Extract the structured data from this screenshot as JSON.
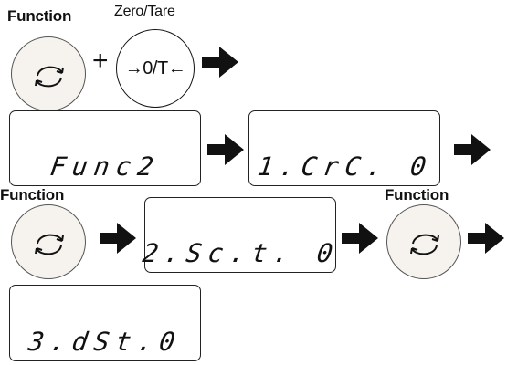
{
  "buttons": {
    "function_label": "Function",
    "zero_tare_label": "Zero/Tare",
    "zero_tare_symbol": "→0/T←",
    "plus_sign": "+",
    "function_icon": "cycle-arrows-icon"
  },
  "displays": {
    "func2": "Func2",
    "crc": "1.CrC. 0",
    "sct": "2.Sc.t. 0",
    "dst": "3.dSt.0"
  },
  "colors": {
    "button_fill": "#f6f3ee",
    "ink": "#111111"
  }
}
